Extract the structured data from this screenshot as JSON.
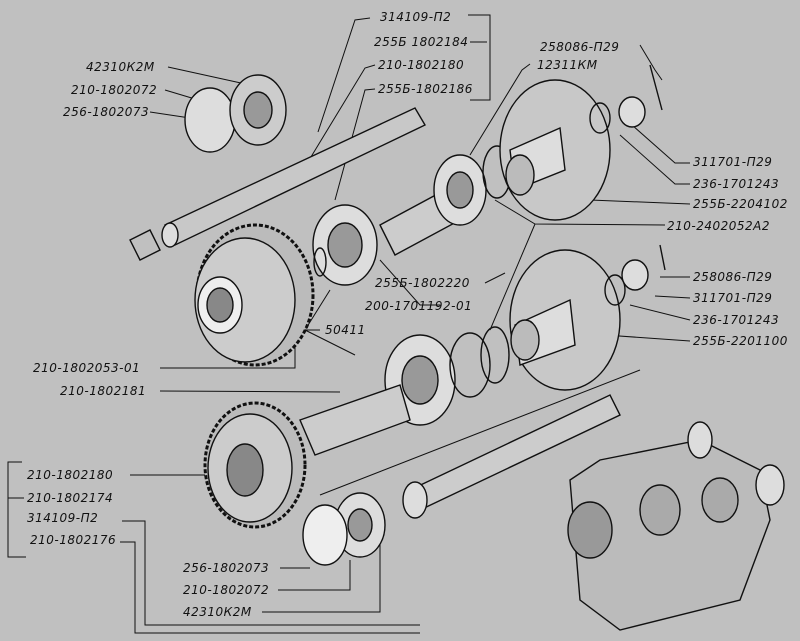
{
  "title": "Transfer case shafts exploded view",
  "colors": {
    "background": "#c0c0c0",
    "ink": "#111111"
  },
  "labels": {
    "top_314109": "314109-П2",
    "top_255b1802184": "255Б 1802184",
    "top_210_1802180": "210-1802180",
    "top_255b1802186": "255Б-1802186",
    "tl_42310": "42310К2М",
    "tl_210_1802072": "210-1802072",
    "tl_256_1802073": "256-1802073",
    "tr_258086": "258086-П29",
    "tr_12311": "12311КМ",
    "r1_311701": "311701-П29",
    "r1_236": "236-1701243",
    "r1_255b2204102": "255Б-2204102",
    "r_210_2402052": "210-2402052А2",
    "m_255b1802220": "255Б-1802220",
    "m_200_1701192": "200-1701192-01",
    "m_50411": "50411",
    "r2_258086": "258086-П29",
    "r2_311701": "311701-П29",
    "r2_236": "236-1701243",
    "r2_255b2201100": "255Б-2201100",
    "l_210_1802053": "210-1802053-01",
    "l_210_1802181": "210-1802181",
    "bl_210_1802180": "210-1802180",
    "bl_210_1802174": "210-1802174",
    "bl_314109": "314109-П2",
    "bl_210_1802176": "210-1802176",
    "b_256_1802073": "256-1802073",
    "b_210_1802072": "210-1802072",
    "b_42310": "42310К2М"
  }
}
